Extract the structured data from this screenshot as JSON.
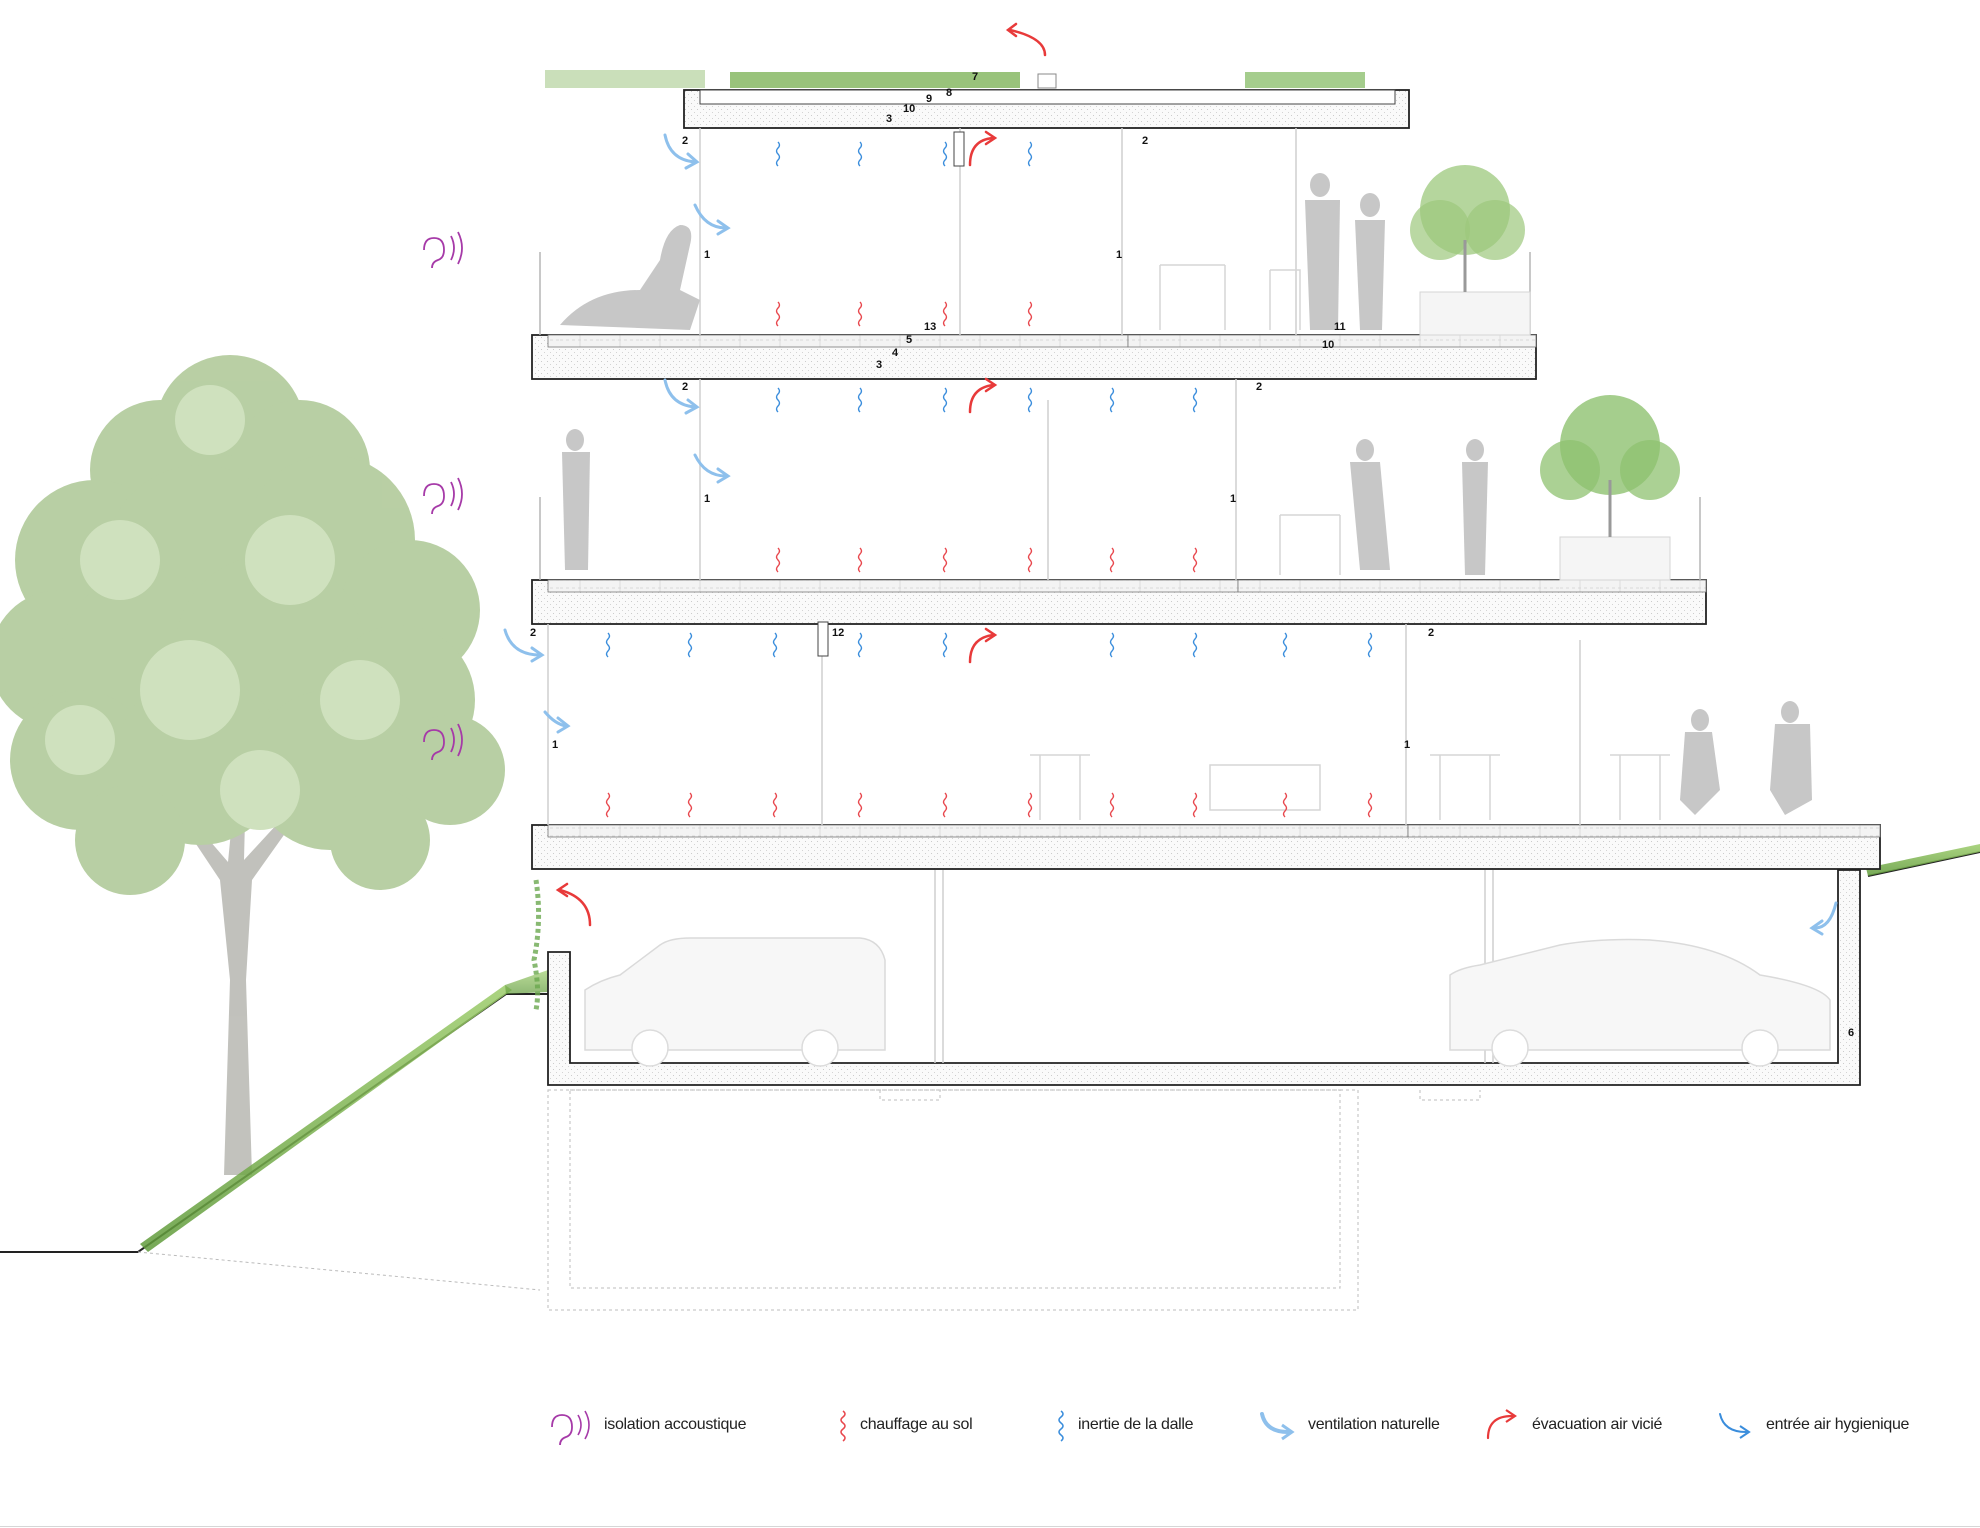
{
  "callouts": {
    "n1": "1",
    "n2": "2",
    "n3": "3",
    "n4": "4",
    "n5": "5",
    "n6": "6",
    "n7": "7",
    "n8": "8",
    "n9": "9",
    "n10": "10",
    "n11": "11",
    "n12": "12",
    "n13": "13"
  },
  "legend": {
    "acoustic": {
      "label": "isolation accoustique",
      "icon": "ear-sound-icon",
      "color": "#a63aa8"
    },
    "floor_heating": {
      "label": "chauffage au sol",
      "icon": "heat-wave-icon",
      "color": "#e8474d"
    },
    "slab_inertia": {
      "label": "inertie de la dalle",
      "icon": "cool-wave-icon",
      "color": "#3a8ddc"
    },
    "natural_ventilation": {
      "label": "ventilation naturelle",
      "icon": "airflow-arrow-icon",
      "color": "#7fb4e6"
    },
    "stale_air": {
      "label": "évacuation air vicié",
      "icon": "exhaust-arrow-icon",
      "color": "#e83a3a"
    },
    "fresh_air": {
      "label": "entrée air hygienique",
      "icon": "intake-arrow-icon",
      "color": "#3a8ddc"
    }
  }
}
